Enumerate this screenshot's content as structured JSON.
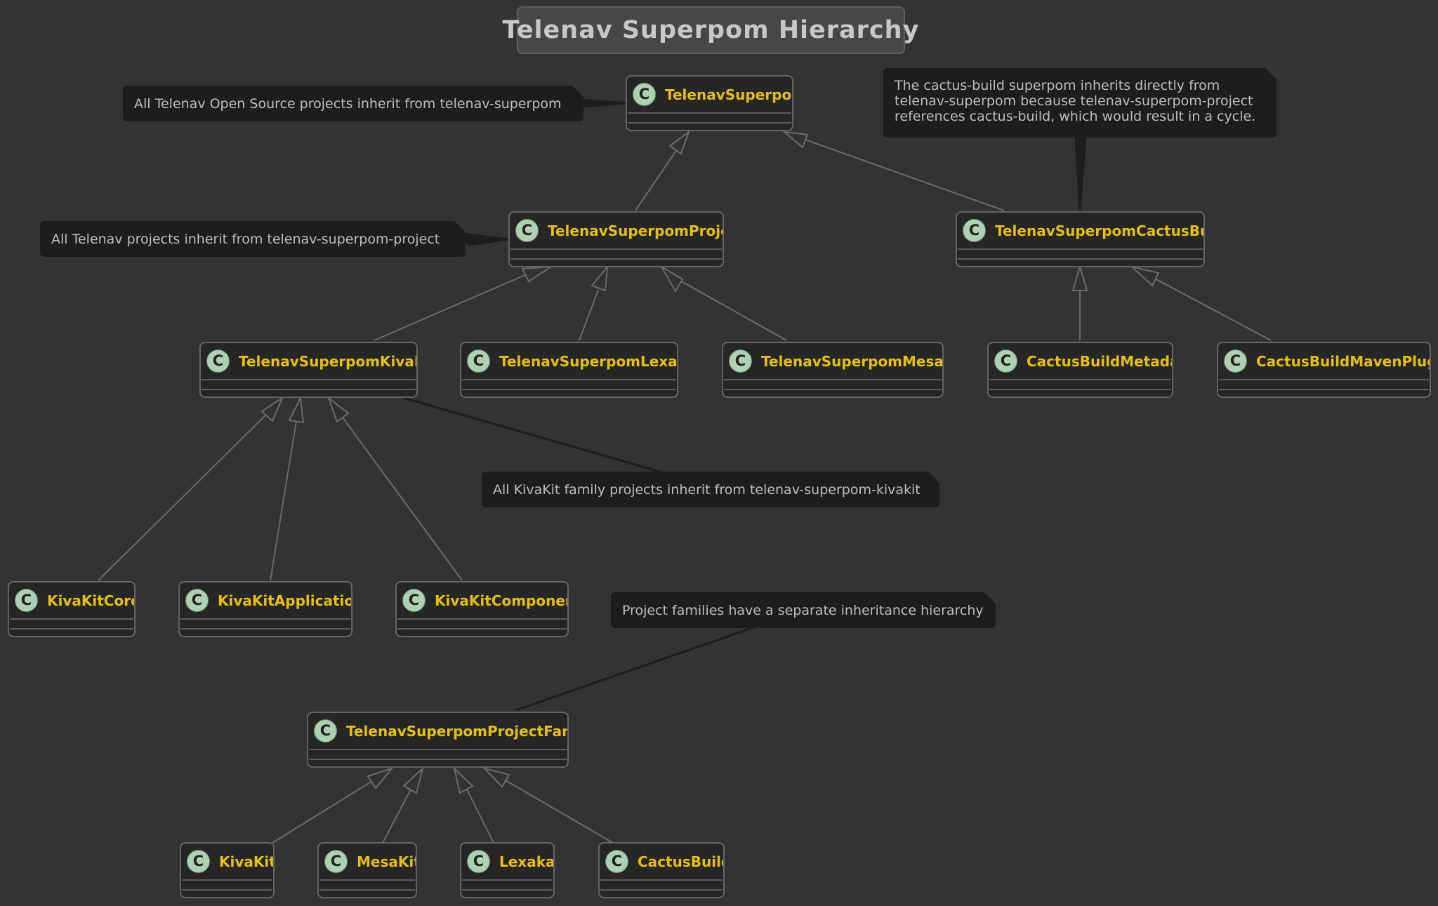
{
  "title": "Telenav Superpom Hierarchy",
  "classes": {
    "superpom": "TelenavSuperpom",
    "project": "TelenavSuperpomProject",
    "cactusbuild": "TelenavSuperpomCactusBuild",
    "kivakit": "TelenavSuperpomKivaKit",
    "lexakai": "TelenavSuperpomLexakai",
    "mesakit": "TelenavSuperpomMesaKit",
    "cactus_metadata": "CactusBuildMetadata",
    "cactus_maven_plugin": "CactusBuildMavenPlugin",
    "kivakit_core": "KivaKitCore",
    "kivakit_application": "KivaKitApplication",
    "kivakit_component": "KivaKitComponent",
    "project_family": "TelenavSuperpomProjectFamily",
    "family_kivakit": "KivaKit",
    "family_mesakit": "MesaKit",
    "family_lexakai": "Lexakai",
    "family_cactusbuild": "CactusBuild"
  },
  "badge": "C",
  "notes": {
    "superpom": "All Telenav Open Source projects inherit from telenav-superpom",
    "project": "All Telenav projects inherit from telenav-superpom-project",
    "cactus_lines": [
      "The cactus-build superpom inherits directly from",
      "telenav-superpom because telenav-superpom-project",
      "references cactus-build, which would result in a cycle."
    ],
    "kivakit": "All KivaKit family projects inherit from telenav-superpom-kivakit",
    "families": "Project families have a separate inheritance hierarchy"
  },
  "colors": {
    "background": "#333333",
    "class_fill": "#262626",
    "class_name": "#e6c011",
    "badge": "#add1b2",
    "note_fill": "#1d1d1d",
    "edge": "#6a6a6a"
  }
}
